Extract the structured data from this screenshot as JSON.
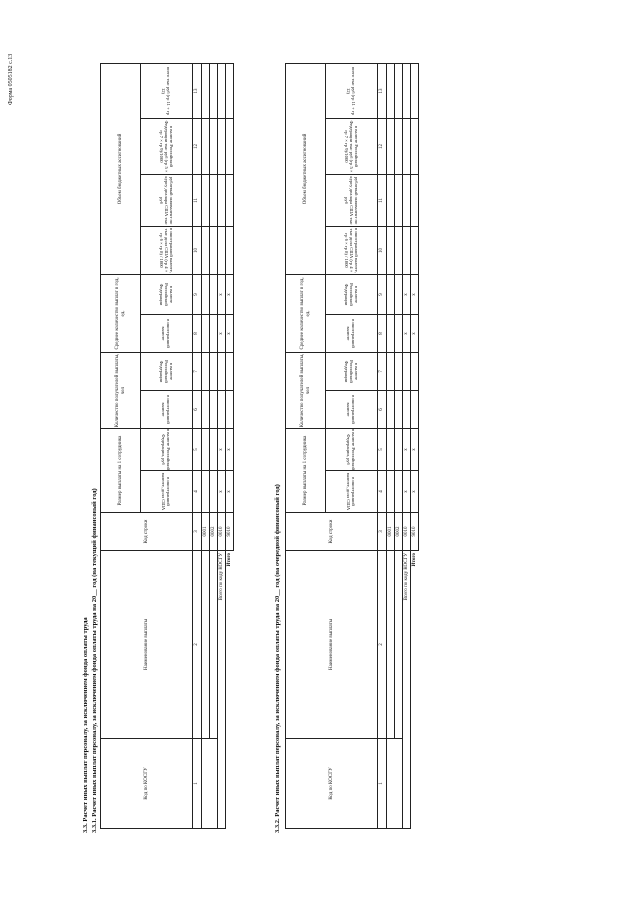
{
  "form_label": "Форма 0505182 с.13",
  "section_title": "3.3. Расчет иных выплат персоналу, за исключением фонда оплаты труда",
  "sub1_title": "3.3.1. Расчет иных выплат персоналу, за исключением фонда оплаты труда на 20__ год (на текущий финансовый год)",
  "sub2_title": "3.3.2. Расчет иных выплат персоналу, за исключением фонда оплаты труда на 20__ год (на очередной финансовый год)",
  "headers": {
    "kosgu": "Код по КОСГУ",
    "name": "Наименование выплаты",
    "code": "Код строки",
    "size_group": "Размер выплаты на 1 сотрудника",
    "recipients_group": "Количество получателей выплаты, чел",
    "avg_group": "Среднее количество выплат в год, ед.",
    "volume_group": "Объем бюджетных ассигнований",
    "c4": "в иностранной валюте, долл США",
    "c5": "в валюте Российской Федерации, руб",
    "c6": "в иностранной валюте",
    "c7": "в валюте Российской Федерации",
    "c8": "в иностранной валюте",
    "c9": "в валюте Российской Федерации",
    "c10": "в иностранной валюте, тыс долл США (гр 4 × гр 6 × гр 8) / 1000",
    "c11": "рублевый эквивалент по курсу доллара США тыс руб",
    "c12": "в валюте Российской Федерации тыс руб (гр 5 × гр 7 × гр 9)/1000",
    "c13": "всего тыс руб (гр 11 + гр 12)"
  },
  "col_numbers": [
    "1",
    "2",
    "3",
    "4",
    "5",
    "6",
    "7",
    "8",
    "9",
    "10",
    "11",
    "12",
    "13"
  ],
  "rows": {
    "r1_code": "0001",
    "r2_code": "0002",
    "total_kosgu_label": "Всего по коду КОСГУ",
    "total_kosgu_code": "0010",
    "total_label": "Итого",
    "total_code": "9010",
    "x": "x"
  }
}
